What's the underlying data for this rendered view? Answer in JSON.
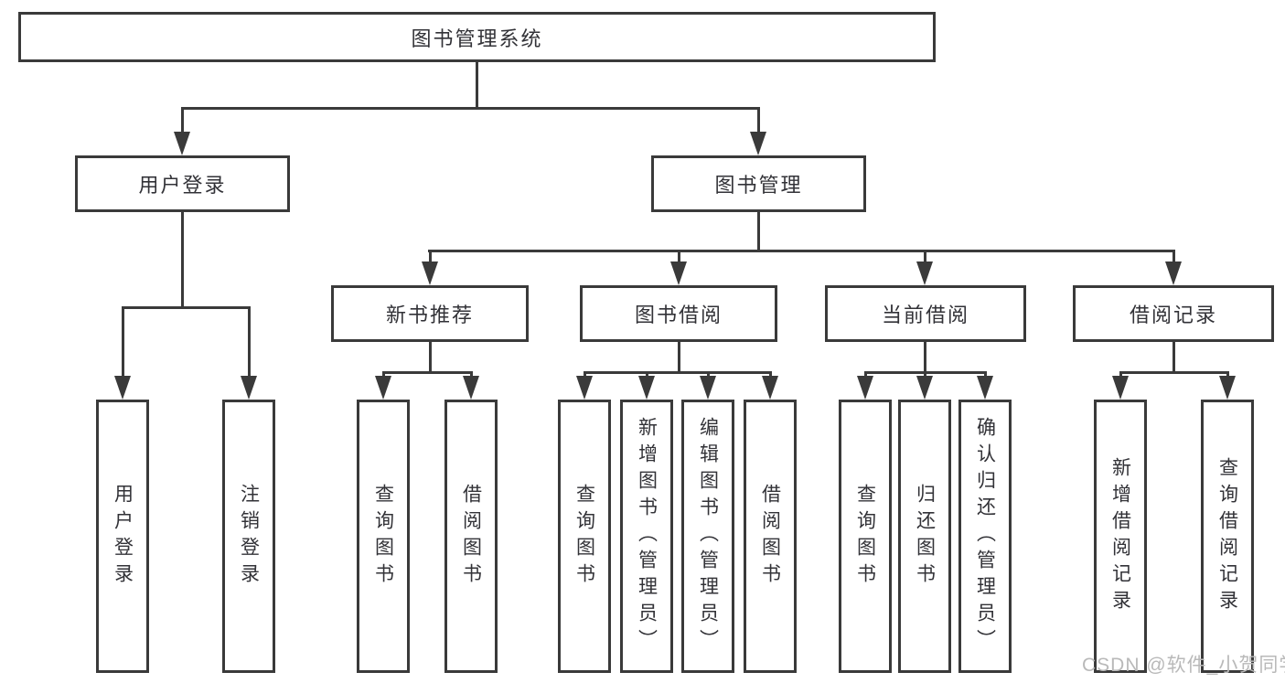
{
  "diagram": {
    "type": "tree-diagram",
    "root": {
      "label": "图书管理系统"
    },
    "level2": [
      {
        "label": "用户登录"
      },
      {
        "label": "图书管理"
      }
    ],
    "level3": [
      {
        "parent": "图书管理",
        "label": "新书推荐"
      },
      {
        "parent": "图书管理",
        "label": "图书借阅"
      },
      {
        "parent": "图书管理",
        "label": "当前借阅"
      },
      {
        "parent": "图书管理",
        "label": "借阅记录"
      }
    ],
    "leaves": [
      {
        "parent": "用户登录",
        "label": "用户登录"
      },
      {
        "parent": "用户登录",
        "label": "注销登录"
      },
      {
        "parent": "新书推荐",
        "label": "查询图书"
      },
      {
        "parent": "新书推荐",
        "label": "借阅图书"
      },
      {
        "parent": "图书借阅",
        "label": "查询图书"
      },
      {
        "parent": "图书借阅",
        "label": "新增图书（管理员）"
      },
      {
        "parent": "图书借阅",
        "label": "编辑图书（管理员）"
      },
      {
        "parent": "图书借阅",
        "label": "借阅图书"
      },
      {
        "parent": "当前借阅",
        "label": "查询图书"
      },
      {
        "parent": "当前借阅",
        "label": "归还图书"
      },
      {
        "parent": "当前借阅",
        "label": "确认归还（管理员）"
      },
      {
        "parent": "借阅记录",
        "label": "新增借阅记录"
      },
      {
        "parent": "借阅记录",
        "label": "查询借阅记录"
      }
    ],
    "watermark": "CSDN @软件_小贺同学",
    "colors": {
      "line": "#3a3a3a",
      "text": "#323237",
      "watermark": "#b9b9b9",
      "background": "#ffffff"
    }
  }
}
